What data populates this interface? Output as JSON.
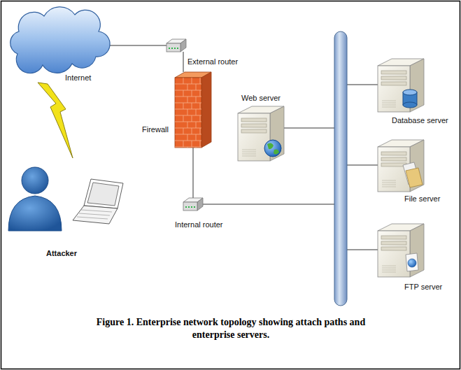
{
  "diagram": {
    "caption": "Figure 1. Enterprise network topology showing attach paths and enterprise servers.",
    "nodes": [
      {
        "text": [
          "Internet"
        ]
      },
      {
        "text": [
          "External router"
        ]
      },
      {
        "text": [
          "Firewall"
        ]
      },
      {
        "text": [
          "Web server"
        ]
      },
      {
        "text": [
          "Database server"
        ]
      },
      {
        "text": [
          "File server"
        ]
      },
      {
        "text": [
          "FTP server"
        ]
      },
      {
        "text": [
          "Internal router"
        ]
      },
      {
        "text": [
          "Attacker"
        ]
      }
    ],
    "edges": [
      {
        "from": 0,
        "to": 1,
        "arrow": "none"
      },
      {
        "from": 1,
        "to": 2,
        "arrow": "none"
      },
      {
        "from": 2,
        "to": 7,
        "arrow": "none"
      }
    ]
  }
}
